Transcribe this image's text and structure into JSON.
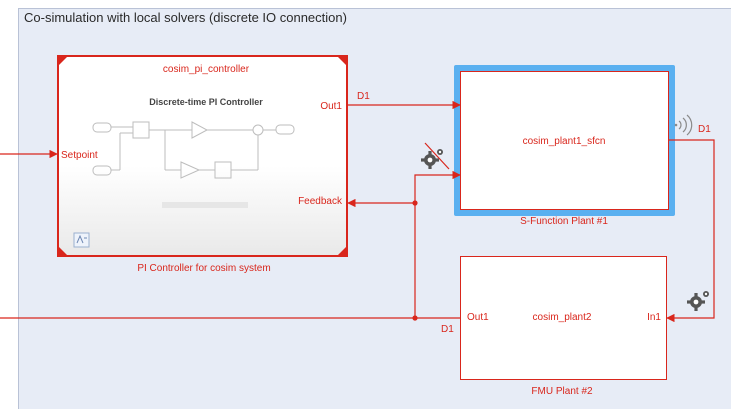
{
  "area": {
    "title": "Co-simulation with local solvers (discrete IO connection)"
  },
  "controller": {
    "title": "cosim_pi_controller",
    "inner_title": "Discrete-time PI Controller",
    "port_setpoint": "Setpoint",
    "port_feedback": "Feedback",
    "port_out": "Out1",
    "caption": "PI Controller for cosim system"
  },
  "plant1": {
    "name": "cosim_plant1_sfcn",
    "caption": "S-Function Plant #1"
  },
  "plant2": {
    "name": "cosim_plant2",
    "port_out": "Out1",
    "port_in": "In1",
    "caption": "FMU Plant #2"
  },
  "signals": {
    "d1_top": "D1",
    "d1_right": "D1",
    "d1_bottom": "D1"
  },
  "icons": [
    "gear-icon",
    "wireless-icon",
    "model-reference-icon"
  ],
  "colors": {
    "wire": "#d9261c",
    "selection": "#5ab0f0",
    "area": "#e7ecf6"
  }
}
